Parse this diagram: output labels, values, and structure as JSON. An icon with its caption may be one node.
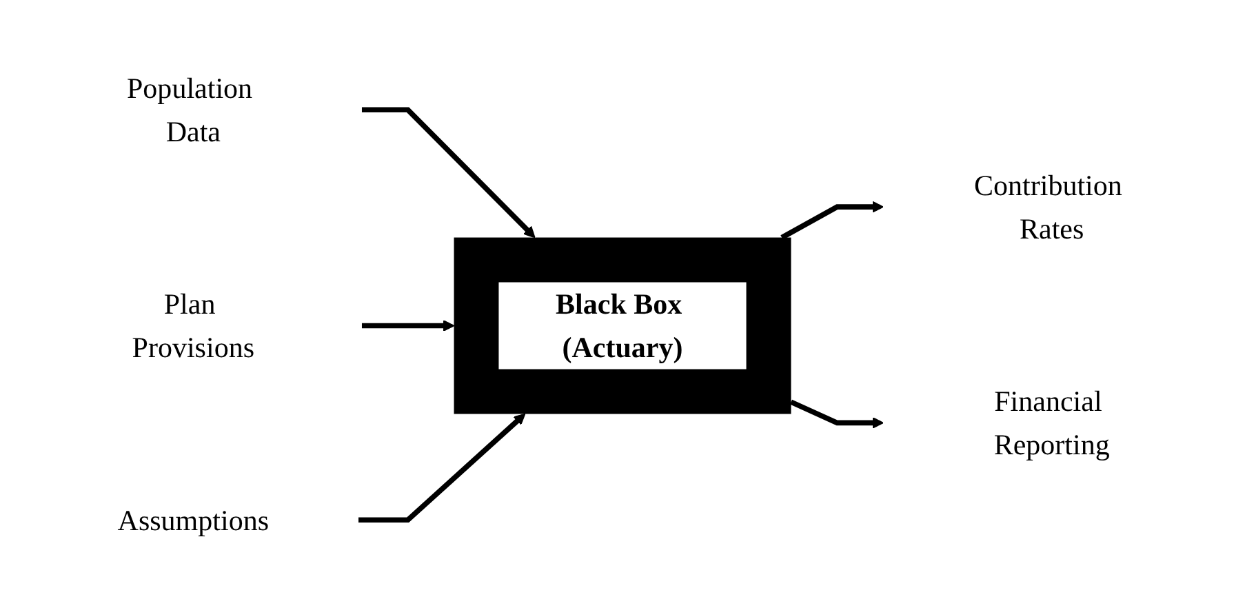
{
  "diagram": {
    "nodes": [
      {
        "text": [
          "Population Data"
        ]
      },
      {
        "text": [
          "Plan Provisions"
        ]
      },
      {
        "text": [
          "Assumptions"
        ]
      },
      {
        "text": [
          "Black Box (Actuary)"
        ]
      },
      {
        "text": [
          "Contribution Rates"
        ]
      },
      {
        "text": [
          "Financial Reporting"
        ]
      }
    ],
    "edges": [
      {
        "from": 0,
        "to": 3,
        "arrow": "to"
      },
      {
        "from": 1,
        "to": 3,
        "arrow": "to"
      },
      {
        "from": 2,
        "to": 3,
        "arrow": "to"
      },
      {
        "from": 3,
        "to": 4,
        "arrow": "to"
      },
      {
        "from": 3,
        "to": 5,
        "arrow": "to"
      }
    ]
  }
}
